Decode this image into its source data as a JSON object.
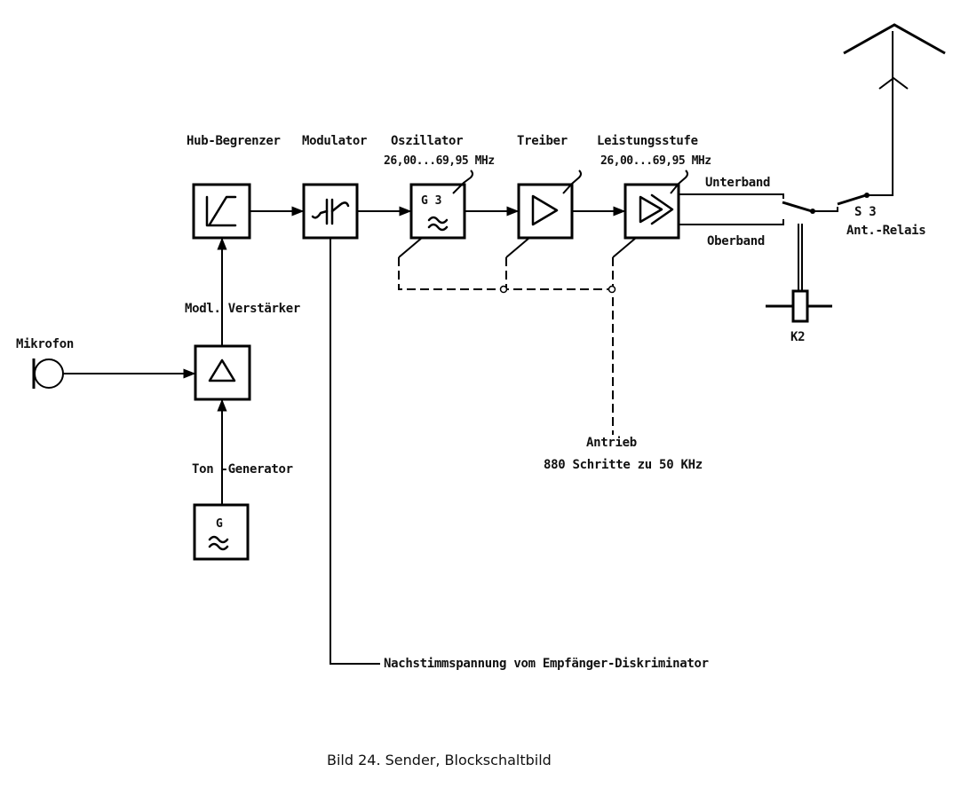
{
  "diagram": {
    "caption": "Bild 24.  Sender, Blockschaltbild",
    "colors": {
      "ink": "#000000",
      "paper": "#ffffff"
    },
    "blocks": {
      "hub_begrenzer": {
        "label": "Hub-Begrenzer",
        "icon": "limiter-icon"
      },
      "modulator": {
        "label": "Modulator",
        "icon": "varactor-icon"
      },
      "oszillator": {
        "label": "Oszillator",
        "freq": "26,00...69,95 MHz",
        "inner_text": "G 3",
        "icon": "sine-wave-icon"
      },
      "treiber": {
        "label": "Treiber",
        "icon": "amplifier-triangle-icon"
      },
      "leistungsstufe": {
        "label": "Leistungsstufe",
        "freq": "26,00...69,95 MHz",
        "icon": "double-amplifier-icon"
      },
      "modl_verstaerker": {
        "label": "Modl. Verstärker",
        "icon": "amplifier-triangle-icon"
      },
      "ton_generator": {
        "label": "Ton -Generator",
        "inner_text": "G",
        "icon": "sine-wave-icon"
      }
    },
    "mikrofon": {
      "label": "Mikrofon"
    },
    "switch": {
      "unterband": "Unterband",
      "oberband": "Oberband",
      "name": "S 3",
      "relay_label": "Ant.-Relais"
    },
    "relay": {
      "label": "K2"
    },
    "antrieb": {
      "label": "Antrieb",
      "detail": "880 Schritte zu 50 KHz"
    },
    "nachstimm": {
      "label": "Nachstimmspannung vom Empfänger-Diskriminator"
    }
  }
}
